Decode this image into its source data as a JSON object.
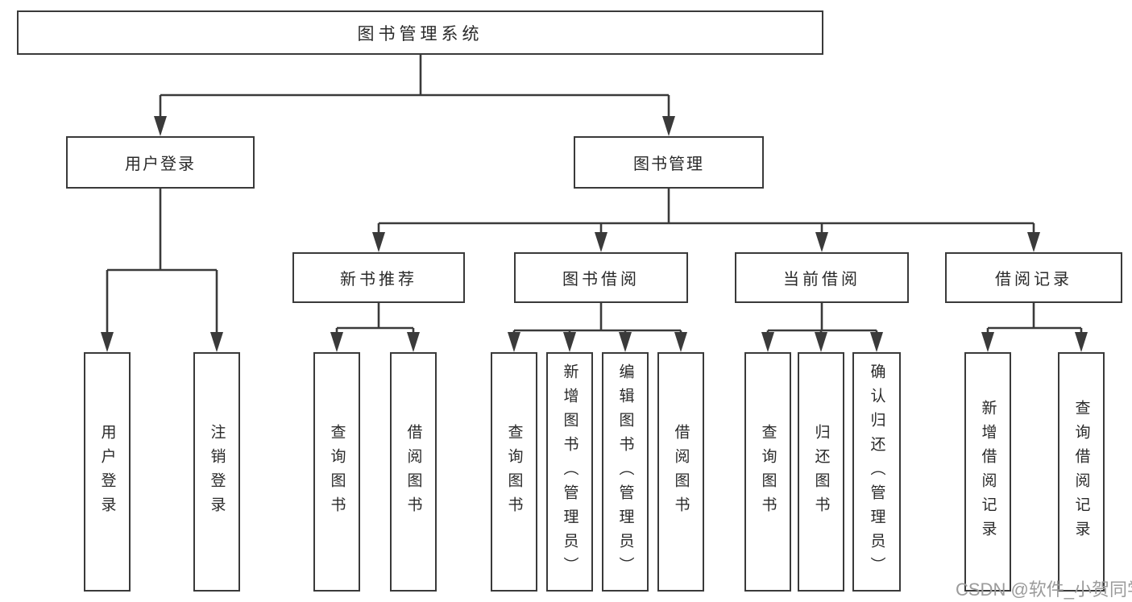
{
  "colors": {
    "line": "#3a3a3a",
    "text": "#2a2a2a",
    "node-bg": "#ffffff",
    "page-bg": "#ffffff",
    "watermark": "#9b9b9b"
  },
  "tree": {
    "root": {
      "label": "图书管理系统"
    },
    "branches": [
      {
        "label": "用户登录",
        "children": [
          {
            "label": "用户登录"
          },
          {
            "label": "注销登录"
          }
        ]
      },
      {
        "label": "图书管理",
        "children": [
          {
            "label": "新书推荐",
            "children": [
              {
                "label": "查询图书"
              },
              {
                "label": "借阅图书"
              }
            ]
          },
          {
            "label": "图书借阅",
            "children": [
              {
                "label": "查询图书"
              },
              {
                "label": "新增图书（管理员）"
              },
              {
                "label": "编辑图书（管理员）"
              },
              {
                "label": "借阅图书"
              }
            ]
          },
          {
            "label": "当前借阅",
            "children": [
              {
                "label": "查询图书"
              },
              {
                "label": "归还图书"
              },
              {
                "label": "确认归还（管理员）"
              }
            ]
          },
          {
            "label": "借阅记录",
            "children": [
              {
                "label": "新增借阅记录"
              },
              {
                "label": "查询借阅记录"
              }
            ]
          }
        ]
      }
    ]
  },
  "watermark": {
    "text": "CSDN @软件_小贺同学"
  }
}
